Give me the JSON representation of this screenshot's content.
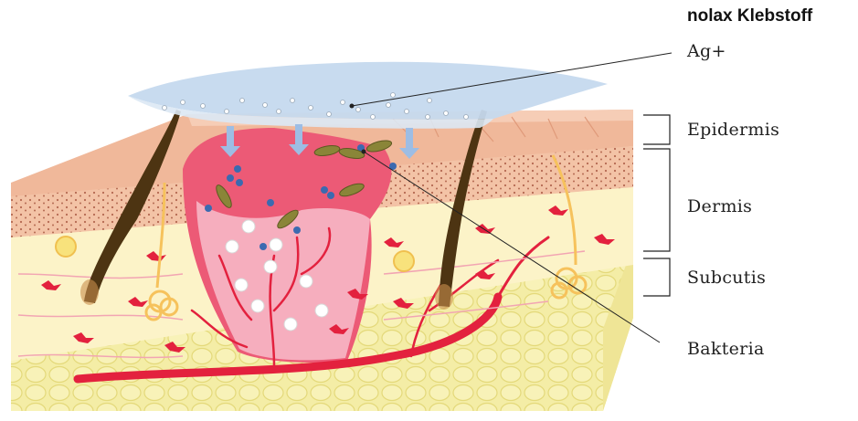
{
  "title": "nolax Klebstoff",
  "labels": {
    "ag": "Ag+",
    "epidermis": "Epidermis",
    "dermis": "Dermis",
    "subcutis": "Subcutis",
    "bakteria": "Bakteria"
  },
  "colors": {
    "dressing": "#c5d9ee",
    "epidermis": "#f0b89a",
    "dermis": "#fcf3c8",
    "subcutis_fat": "#f3eca0",
    "wound": "#ec5a76",
    "vessel": "#e3213e",
    "hair": "#4d3412",
    "gland": "#f6c25c",
    "arrow": "#9dbde4",
    "line": "#222222"
  },
  "icons": [
    "down-arrow-icon",
    "bacterium-icon",
    "silver-ion-icon",
    "hair-follicle-icon",
    "blood-vessel-icon"
  ]
}
